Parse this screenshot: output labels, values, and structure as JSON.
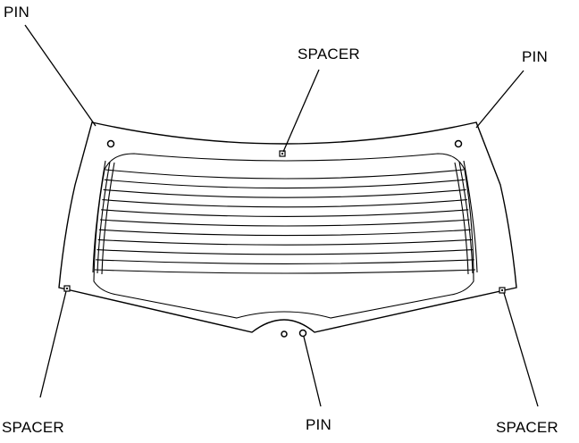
{
  "labels": {
    "pin_top_left": "PIN",
    "spacer_top": "SPACER",
    "pin_top_right": "PIN",
    "spacer_bottom_left": "SPACER",
    "pin_bottom": "PIN",
    "spacer_bottom_right": "SPACER"
  },
  "defroster_line_count": 11,
  "colors": {
    "line": "#000000",
    "background": "#ffffff"
  }
}
